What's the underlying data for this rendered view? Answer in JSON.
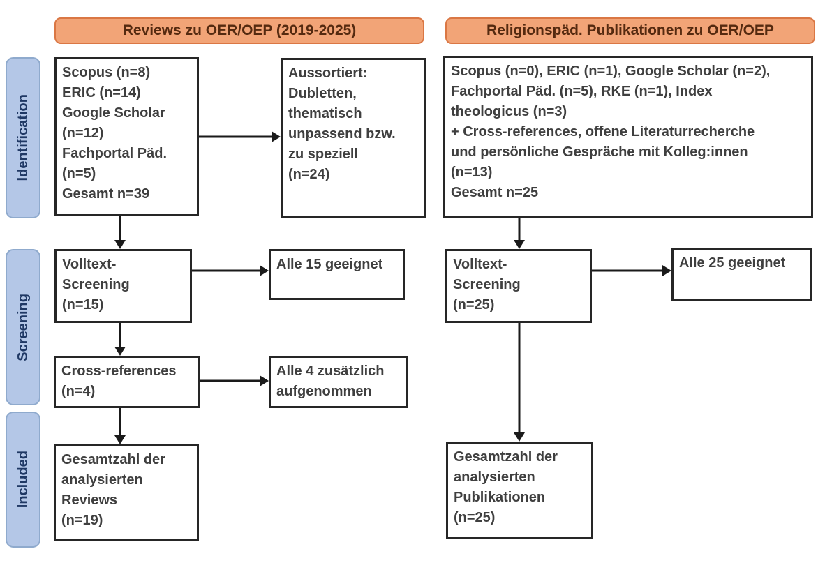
{
  "diagram": {
    "headers": {
      "left": "Reviews zu OER/OEP (2019-2025)",
      "right": "Religionspäd. Publikationen zu OER/OEP"
    },
    "stages": {
      "identification": "Identification",
      "screening": "Screening",
      "included": "Included"
    },
    "left_flow": {
      "sources": "Scopus (n=8)\nERIC (n=14)\nGoogle Scholar\n(n=12)\nFachportal Päd.\n(n=5)\nGesamt n=39",
      "excluded": "Aussortiert:\nDubletten,\nthematisch\nunpassend bzw.\nzu speziell\n(n=24)",
      "fulltext_screening": "Volltext-\nScreening\n(n=15)",
      "screening_result": "Alle 15 geeignet",
      "cross_references": "Cross-references\n(n=4)",
      "cross_references_result": "Alle 4 zusätzlich\naufgenommen",
      "total_included": "Gesamtzahl der\nanalysierten\nReviews\n(n=19)"
    },
    "right_flow": {
      "sources": "Scopus (n=0), ERIC (n=1), Google Scholar (n=2),\nFachportal Päd. (n=5), RKE (n=1), Index\ntheologicus (n=3)\n+ Cross-references, offene Literaturrecherche\nund persönliche Gespräche mit Kolleg:innen\n(n=13)\nGesamt n=25",
      "fulltext_screening": "Volltext-\nScreening\n(n=25)",
      "screening_result": "Alle 25 geeignet",
      "total_included": "Gesamtzahl der\nanalysierten\nPublikationen\n(n=25)"
    },
    "colors": {
      "header_fill": "#F2A477",
      "header_border": "#DA7744",
      "header_text": "#552A10",
      "stage_fill": "#B4C7E7",
      "stage_border": "#8FAACD",
      "stage_text": "#1F3864",
      "box_border": "#262626",
      "box_text": "#3F3F3F",
      "arrow": "#1A1A1A",
      "background": "#FFFFFF"
    }
  }
}
